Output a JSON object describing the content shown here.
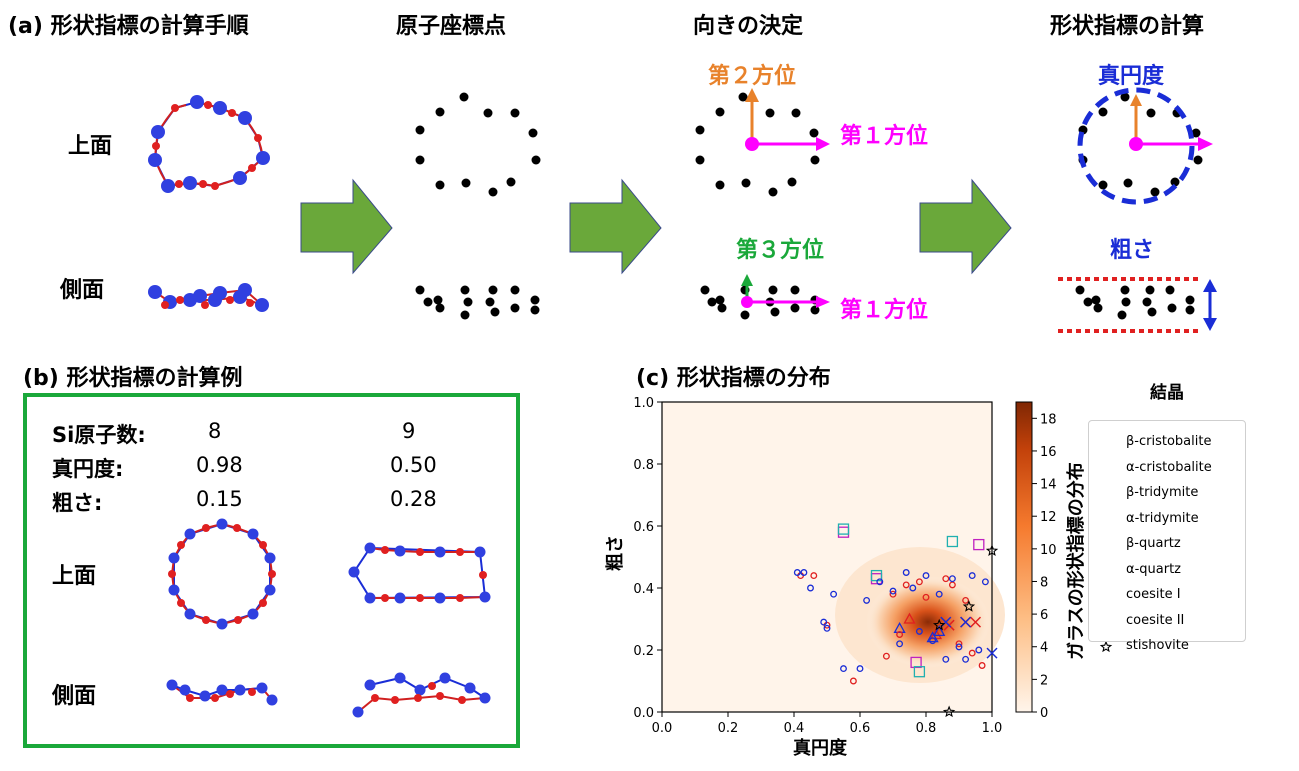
{
  "panel_a": {
    "title": "(a) 形状指標の計算手順",
    "step2_title": "原子座標点",
    "step3_title": "向きの決定",
    "step4_title": "形状指標の計算",
    "top_label": "上面",
    "side_label": "側面",
    "dir2": "第２方位",
    "dir1_top": "第１方位",
    "dir3": "第３方位",
    "dir1_side": "第１方位",
    "circularity": "真円度",
    "roughness": "粗さ"
  },
  "panel_b": {
    "title": "(b) 形状指標の計算例",
    "rows": [
      {
        "label": "Si原子数:",
        "v1": "8",
        "v2": "9"
      },
      {
        "label": "真円度:",
        "v1": "0.98",
        "v2": "0.50"
      },
      {
        "label": "粗さ:",
        "v1": "0.15",
        "v2": "0.28"
      }
    ],
    "top_label": "上面",
    "side_label": "側面"
  },
  "panel_c": {
    "title": "(c) 形状指標の分布",
    "colorbar_label": "ガラスの形状指標の分布",
    "legend_title": "結晶",
    "colors": {
      "accent_orange": "#e8822b",
      "magenta": "#ff00ff",
      "green": "#1aa83a",
      "blue": "#1a2dd6",
      "red": "#e02020"
    }
  },
  "chart_data": {
    "type": "scatter",
    "xlabel": "真円度",
    "ylabel": "粗さ",
    "xlim": [
      0.0,
      1.0
    ],
    "ylim": [
      0.0,
      1.0
    ],
    "xticks": [
      "0.0",
      "0.2",
      "0.4",
      "0.6",
      "0.8",
      "1.0"
    ],
    "yticks": [
      "0.0",
      "0.2",
      "0.4",
      "0.6",
      "0.8",
      "1.0"
    ],
    "colorbar": {
      "range": [
        0,
        19
      ],
      "ticks": [
        "0",
        "2",
        "4",
        "6",
        "8",
        "10",
        "12",
        "14",
        "16",
        "18"
      ]
    },
    "density_peak": {
      "x": 0.82,
      "y": 0.29
    },
    "legend_placement": "right",
    "series": [
      {
        "name": "β-cristobalite",
        "marker": "triangle",
        "color": "#e02020",
        "x": [
          0.83,
          0.75
        ],
        "y": [
          0.25,
          0.3
        ]
      },
      {
        "name": "α-cristobalite",
        "marker": "triangle",
        "color": "#1a2dd6",
        "x": [
          0.82,
          0.84,
          0.72
        ],
        "y": [
          0.24,
          0.26,
          0.27
        ]
      },
      {
        "name": "β-tridymite",
        "marker": "x",
        "color": "#e02020",
        "x": [
          0.92,
          0.95,
          0.87
        ],
        "y": [
          0.29,
          0.29,
          0.28
        ]
      },
      {
        "name": "α-tridymite",
        "marker": "x",
        "color": "#1a2dd6",
        "x": [
          0.86,
          0.92,
          1.0
        ],
        "y": [
          0.29,
          0.29,
          0.19
        ]
      },
      {
        "name": "β-quartz",
        "marker": "square",
        "color": "#c020c0",
        "x": [
          0.55,
          0.65,
          0.77,
          0.96
        ],
        "y": [
          0.58,
          0.43,
          0.16,
          0.54
        ]
      },
      {
        "name": "α-quartz",
        "marker": "square",
        "color": "#20b0b0",
        "x": [
          0.55,
          0.65,
          0.78,
          0.88
        ],
        "y": [
          0.59,
          0.44,
          0.13,
          0.55
        ]
      },
      {
        "name": "coesite I",
        "marker": "circle",
        "color": "#e02020",
        "x": [
          0.42,
          0.46,
          0.5,
          0.58,
          0.7,
          0.74,
          0.78,
          0.8,
          0.86,
          0.9,
          0.94,
          0.97,
          0.72,
          0.68,
          0.88,
          0.92
        ],
        "y": [
          0.44,
          0.44,
          0.28,
          0.1,
          0.38,
          0.41,
          0.42,
          0.37,
          0.43,
          0.22,
          0.19,
          0.15,
          0.25,
          0.18,
          0.41,
          0.36
        ]
      },
      {
        "name": "coesite II",
        "marker": "circle",
        "color": "#1a2dd6",
        "x": [
          0.41,
          0.43,
          0.45,
          0.49,
          0.5,
          0.55,
          0.6,
          0.62,
          0.7,
          0.74,
          0.76,
          0.8,
          0.84,
          0.88,
          0.9,
          0.92,
          0.96,
          0.98,
          0.82,
          0.86,
          0.94,
          0.66,
          0.72,
          0.78,
          0.52
        ],
        "y": [
          0.45,
          0.45,
          0.4,
          0.29,
          0.27,
          0.14,
          0.14,
          0.36,
          0.39,
          0.45,
          0.4,
          0.44,
          0.38,
          0.43,
          0.21,
          0.17,
          0.2,
          0.42,
          0.23,
          0.17,
          0.44,
          0.42,
          0.22,
          0.26,
          0.38
        ]
      },
      {
        "name": "stishovite",
        "marker": "star",
        "color": "#000000",
        "x": [
          0.84,
          0.93,
          1.0,
          0.87
        ],
        "y": [
          0.28,
          0.34,
          0.52,
          0.0
        ]
      }
    ]
  }
}
